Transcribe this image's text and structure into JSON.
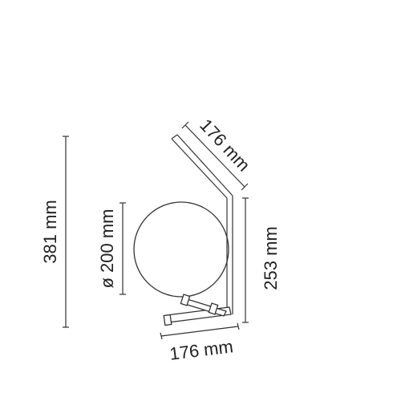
{
  "dimensions": {
    "total_height": "381 mm",
    "globe_diameter": "ø 200 mm",
    "arm_length": "176 mm",
    "stem_height": "253 mm",
    "base_length": "176 mm"
  },
  "colors": {
    "line": "#333333",
    "text": "#222222",
    "background": "#ffffff"
  }
}
